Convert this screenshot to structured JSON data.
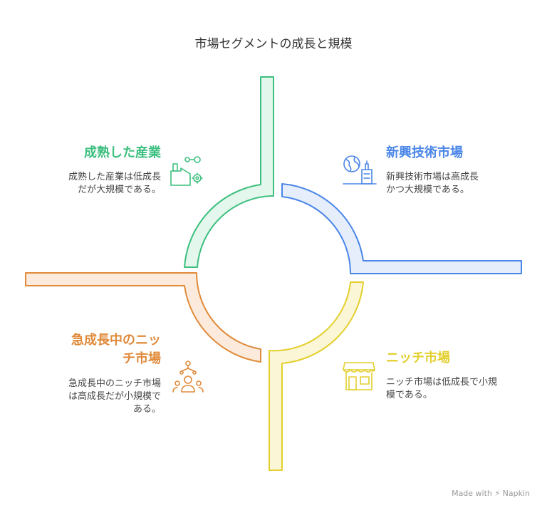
{
  "title": "市場セグメントの成長と規模",
  "colors": {
    "green": "#3dbf7f",
    "green_fill": "#e3f7ec",
    "blue": "#4a86e8",
    "blue_fill": "#e6eefb",
    "orange": "#e08a3a",
    "orange_fill": "#fcebdc",
    "yellow": "#e3cf2e",
    "yellow_fill": "#fbf6d5"
  },
  "segments": {
    "mature": {
      "title": "成熟した産業",
      "desc_lines": [
        "成熟した産業は低成長",
        "だが大規模である。"
      ],
      "icon": "factory-icon"
    },
    "emerging": {
      "title": "新興技術市場",
      "desc_lines": [
        "新興技術市場は高成長",
        "かつ大規模である。"
      ],
      "icon": "globe-city-icon"
    },
    "fast_niche": {
      "title_lines": [
        "急成長中のニッ",
        "チ市場"
      ],
      "desc_lines": [
        "急成長中のニッチ市場",
        "は高成長だが小規模で",
        "ある。"
      ],
      "icon": "people-network-icon"
    },
    "niche": {
      "title": "ニッチ市場",
      "desc_lines": [
        "ニッチ市場は低成長で小規",
        "模である。"
      ],
      "icon": "storefront-icon"
    }
  },
  "footer": {
    "made_with": "Made with",
    "brand": "Napkin"
  }
}
